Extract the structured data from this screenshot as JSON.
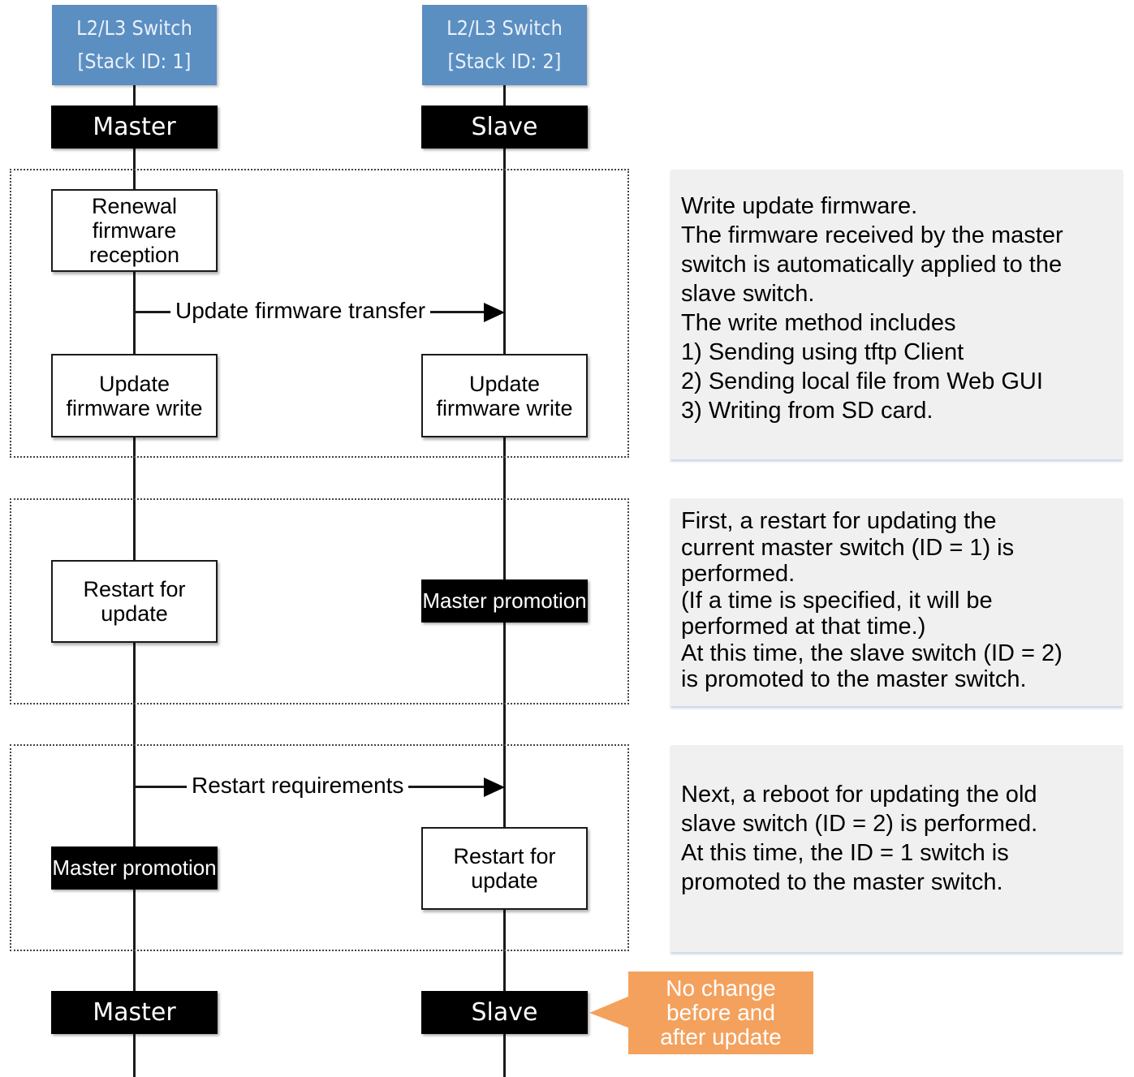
{
  "lanes": [
    {
      "header_line1": "L2/L3 Switch",
      "header_line2": "[Stack ID: 1]",
      "role_start": "Master",
      "role_end": "Master"
    },
    {
      "header_line1": "L2/L3 Switch",
      "header_line2": "[Stack ID: 2]",
      "role_start": "Slave",
      "role_end": "Slave"
    }
  ],
  "phase1": {
    "master_reception": [
      "Renewal",
      "firmware",
      "reception"
    ],
    "transfer_label": "Update firmware transfer",
    "master_write": [
      "Update",
      "firmware write"
    ],
    "slave_write": [
      "Update",
      "firmware write"
    ],
    "note": [
      "Write update firmware.",
      "The firmware received by the master",
      "switch is automatically applied to the",
      "slave switch.",
      "The write method includes",
      "1) Sending using tftp Client",
      "2) Sending local file from Web GUI",
      "3) Writing from SD card."
    ]
  },
  "phase2": {
    "master_restart": [
      "Restart for",
      "update"
    ],
    "slave_promotion": "Master promotion",
    "note": [
      "First, a restart for updating the",
      "current master switch (ID = 1) is",
      "performed.",
      "(If a time is specified, it will be",
      "performed at that time.)",
      "At this time, the slave switch (ID = 2)",
      "is promoted to the master switch."
    ]
  },
  "phase3": {
    "request_label": "Restart requirements",
    "master_promotion": "Master promotion",
    "slave_restart": [
      "Restart for",
      "update"
    ],
    "note": [
      "Next, a reboot for updating the old",
      "slave switch (ID = 2) is performed.",
      "At this time, the ID = 1 switch is",
      "promoted to the master switch."
    ]
  },
  "callout": [
    "No change",
    "before and",
    "after update"
  ],
  "colors": {
    "header": "#5b8ec1",
    "callout": "#f4a15d",
    "note_bg": "#f0f0f0"
  }
}
